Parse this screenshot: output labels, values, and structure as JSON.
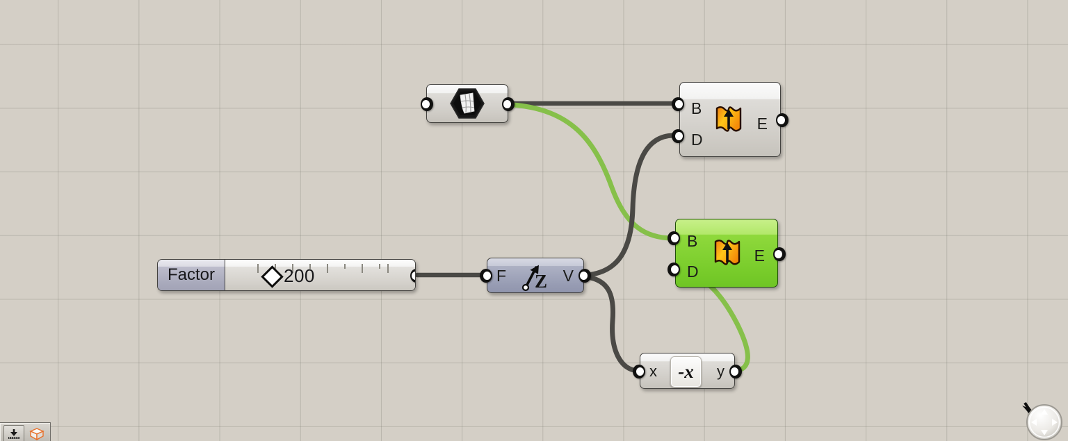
{
  "canvas": {
    "background_color": "#d4cfc6",
    "grid_line_color": "#78786e",
    "title": "Grasshopper Canvas"
  },
  "nodes": [
    {
      "id": "brep",
      "name": "Brep",
      "kind": "parameter",
      "icon": "brep-icon",
      "selected": false,
      "inputs": [
        ""
      ],
      "outputs": [
        ""
      ]
    },
    {
      "id": "extrude_top",
      "name": "Extrude",
      "kind": "component",
      "icon": "extrude-icon",
      "selected": false,
      "input_labels": [
        "B",
        "D"
      ],
      "output_labels": [
        "E"
      ]
    },
    {
      "id": "extrude_green",
      "name": "Extrude",
      "kind": "component",
      "icon": "extrude-icon",
      "selected": true,
      "input_labels": [
        "B",
        "D"
      ],
      "output_labels": [
        "E"
      ]
    },
    {
      "id": "unitz",
      "name": "Unit Z",
      "kind": "component",
      "icon": "unit-z-icon",
      "selected": false,
      "input_labels": [
        "F"
      ],
      "output_labels": [
        "V"
      ]
    },
    {
      "id": "negative",
      "name": "Negative",
      "kind": "component",
      "icon": "negative-icon",
      "icon_glyph": "-x",
      "selected": false,
      "input_labels": [
        "x"
      ],
      "output_labels": [
        "y"
      ]
    }
  ],
  "slider": {
    "label": "Factor",
    "value": "200",
    "handle_glyph": "diamond",
    "tick_count": 9
  },
  "labels": {
    "extrude_top_b": "B",
    "extrude_top_d": "D",
    "extrude_top_e": "E",
    "extrude_green_b": "B",
    "extrude_green_d": "D",
    "extrude_green_e": "E",
    "unitz_f": "F",
    "unitz_v": "V",
    "unitz_glyph": "Z",
    "negative_x": "x",
    "negative_y": "y",
    "negative_glyph": "-x"
  },
  "wires": {
    "default_color": "#4a4945",
    "selected_color": "#86c04a",
    "list": [
      {
        "from": "brep.out",
        "to": "extrude_top.B",
        "color": "#4a4945",
        "state": "normal"
      },
      {
        "from": "brep.out",
        "to": "extrude_green.B",
        "color": "#86c04a",
        "state": "selected"
      },
      {
        "from": "slider.out",
        "to": "unitz.F",
        "color": "#4a4945",
        "state": "normal"
      },
      {
        "from": "unitz.V",
        "to": "extrude_top.D",
        "color": "#4a4945",
        "state": "normal"
      },
      {
        "from": "unitz.V",
        "to": "negative.x",
        "color": "#4a4945",
        "state": "normal"
      },
      {
        "from": "negative.y",
        "to": "extrude_green.D",
        "color": "#86c04a",
        "state": "selected"
      }
    ]
  },
  "toolbar": {
    "buttons": [
      {
        "name": "bake-icon",
        "tooltip": "Bake"
      },
      {
        "name": "preview-box-icon",
        "tooltip": "Preview"
      }
    ]
  },
  "nav_widget": {
    "name": "canvas-navigator",
    "tooltip": "Canvas Navigator"
  },
  "colors": {
    "accent_green": "#86c04a",
    "node_grey": "#cfccc6",
    "node_bluegrey": "#a9aabc",
    "icon_orange": "#f5a000",
    "wire_dark": "#4a4945"
  }
}
